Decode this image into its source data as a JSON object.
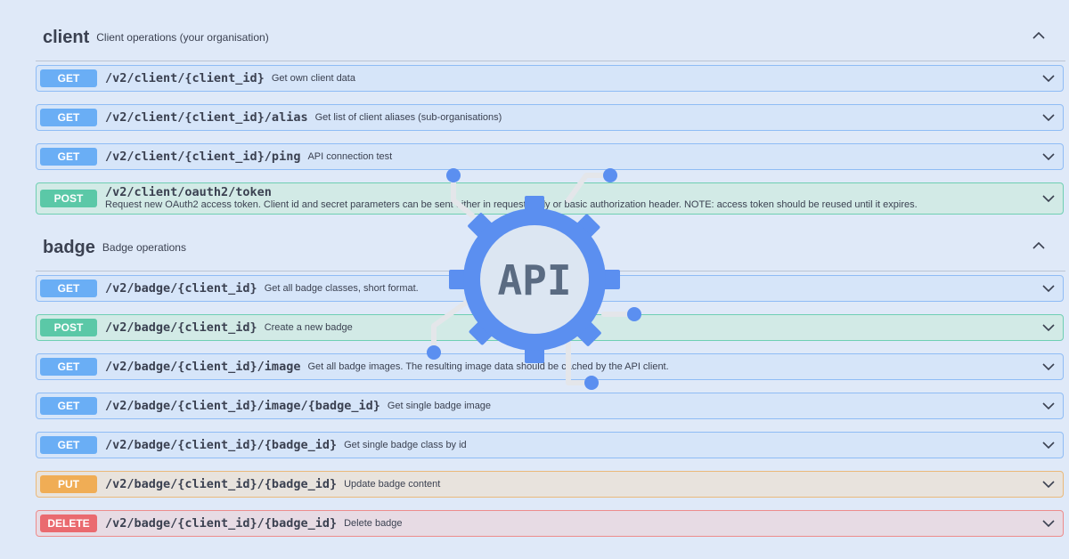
{
  "sections": [
    {
      "name": "client",
      "description": "Client operations (your organisation)",
      "operations": [
        {
          "method": "GET",
          "path": "/v2/client/{client_id}",
          "summary": "Get own client data"
        },
        {
          "method": "GET",
          "path": "/v2/client/{client_id}/alias",
          "summary": "Get list of client aliases (sub-organisations)"
        },
        {
          "method": "GET",
          "path": "/v2/client/{client_id}/ping",
          "summary": "API connection test"
        },
        {
          "method": "POST",
          "path": "/v2/client/oauth2/token",
          "summary": "Request new OAuth2 access token. Client id and secret parameters can be sent either in request body or basic authorization header. NOTE: access token should be reused until it expires."
        }
      ]
    },
    {
      "name": "badge",
      "description": "Badge operations",
      "operations": [
        {
          "method": "GET",
          "path": "/v2/badge/{client_id}",
          "summary": "Get all badge classes, short format."
        },
        {
          "method": "POST",
          "path": "/v2/badge/{client_id}",
          "summary": "Create a new badge"
        },
        {
          "method": "GET",
          "path": "/v2/badge/{client_id}/image",
          "summary": "Get all badge images. The resulting image data should be cached by the API client."
        },
        {
          "method": "GET",
          "path": "/v2/badge/{client_id}/image/{badge_id}",
          "summary": "Get single badge image"
        },
        {
          "method": "GET",
          "path": "/v2/badge/{client_id}/{badge_id}",
          "summary": "Get single badge class by id"
        },
        {
          "method": "PUT",
          "path": "/v2/badge/{client_id}/{badge_id}",
          "summary": "Update badge content"
        },
        {
          "method": "DELETE",
          "path": "/v2/badge/{client_id}/{badge_id}",
          "summary": "Delete badge"
        }
      ]
    }
  ],
  "overlay": {
    "label": "API",
    "icon": "api-gear-icon",
    "colors": {
      "gear": "#5b8ff0",
      "center": "#dce6f2",
      "text": "#5a6b82",
      "wire": "#e4e6ea"
    }
  },
  "colors": {
    "background": "#dfe9f8",
    "get": "#6aaef5",
    "post": "#5bc8a7",
    "put": "#f0ad55",
    "delete": "#ea6a6f"
  }
}
